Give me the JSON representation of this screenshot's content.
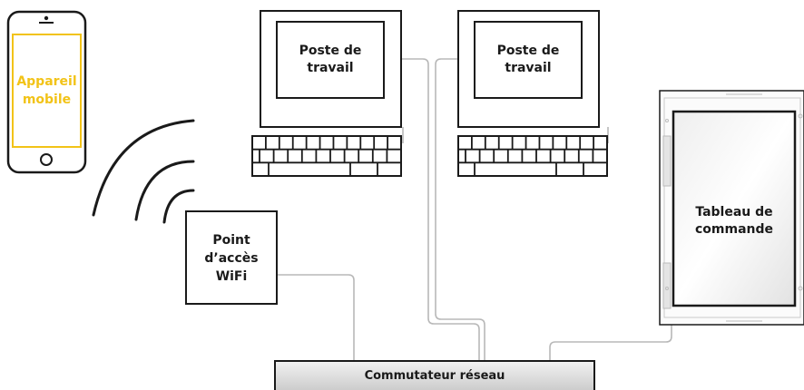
{
  "colors": {
    "stroke": "#1a1a1a",
    "cable": "#b8b8b8",
    "phone_accent": "#f2c318",
    "switch_fill_top": "#f2f2f2",
    "switch_fill_bottom": "#c8c8c8",
    "panel_screen": "#e6e6e6"
  },
  "icons": {
    "phone": "smartphone-icon",
    "wifi": "wifi-signal-icon",
    "monitor": "monitor-icon",
    "keyboard": "keyboard-icon",
    "panel": "control-panel-icon",
    "switch": "network-switch-icon"
  },
  "nodes": {
    "mobile": {
      "label": "Appareil\nmobile"
    },
    "workstation_1": {
      "label": "Poste de\ntravail"
    },
    "workstation_2": {
      "label": "Poste de\ntravail"
    },
    "wifi_ap": {
      "label": "Point\nd’accès\nWiFi"
    },
    "control_panel": {
      "label": "Tableau de\ncommande"
    },
    "switch": {
      "label": "Commutateur réseau"
    }
  }
}
